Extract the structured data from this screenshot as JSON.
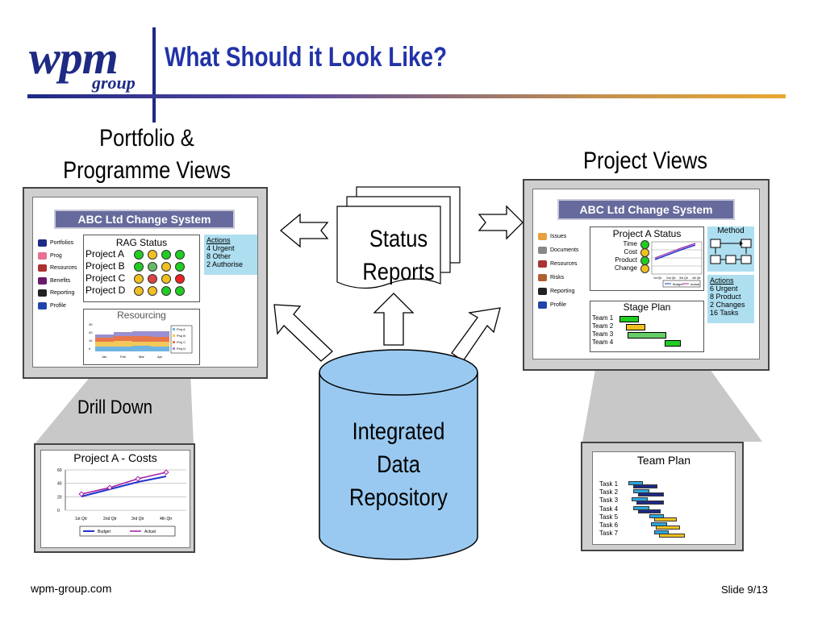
{
  "logo": {
    "main": "wpm",
    "sub": "group"
  },
  "title": "What Should it Look Like?",
  "headings": {
    "portfolio_line1": "Portfolio &",
    "portfolio_line2": "Programme Views",
    "project_views": "Project Views",
    "drill_down": "Drill Down"
  },
  "status_reports": {
    "line1": "Status",
    "line2": "Reports"
  },
  "repository": {
    "line1": "Integrated",
    "line2": "Data",
    "line3": "Repository"
  },
  "left_screen": {
    "system_title": "ABC Ltd Change System",
    "menu": [
      "Portfolios",
      "Prog",
      "Resources",
      "Benefits",
      "Reporting",
      "Profile"
    ],
    "rag": {
      "title": "RAG Status",
      "projects": [
        "Project A",
        "Project B",
        "Project C",
        "Project D"
      ],
      "colors": [
        [
          "#22cc22",
          "#f0c020",
          "#22cc22",
          "#22cc22"
        ],
        [
          "#22cc22",
          "#66bb66",
          "#f0c020",
          "#22cc22"
        ],
        [
          "#f0c020",
          "#dd4444",
          "#f0c020",
          "#ee2222"
        ],
        [
          "#f0c020",
          "#f0c020",
          "#22cc22",
          "#22cc22"
        ]
      ]
    },
    "actions": {
      "title": "Actions",
      "items": [
        "4 Urgent",
        "8 Other",
        "2 Authorise"
      ]
    },
    "resourcing": {
      "title": "Resourcing",
      "months": [
        "Jan",
        "Feb",
        "Mar",
        "Apr"
      ],
      "yticks": [
        "30",
        "20",
        "10",
        "0"
      ],
      "legend": [
        "Proj A",
        "Proj B",
        "Proj C",
        "Proj D"
      ]
    }
  },
  "right_screen": {
    "system_title": "ABC Ltd Change System",
    "menu": [
      "Issues",
      "Documents",
      "Resources",
      "Risks",
      "Reporting",
      "Profile"
    ],
    "status": {
      "title": "Project A Status",
      "rows": [
        "Time",
        "Cost",
        "Product",
        "Change"
      ],
      "xticks": [
        "1st Qtr",
        "2nd Qtr",
        "3rd Qtr",
        "4th Qtr"
      ],
      "legend": [
        "Budget",
        "Actual"
      ]
    },
    "method": {
      "title": "Method"
    },
    "actions": {
      "title": "Actions",
      "items": [
        "6 Urgent",
        "8 Product",
        "2 Changes",
        "16 Tasks"
      ]
    },
    "stage_plan": {
      "title": "Stage Plan",
      "teams": [
        "Team 1",
        "Team 2",
        "Team 3",
        "Team 4"
      ]
    }
  },
  "costs": {
    "title": "Project A - Costs",
    "yticks": [
      "60",
      "40",
      "20",
      "0"
    ],
    "xticks": [
      "1st Qtr",
      "2nd Qtr",
      "3rd Qtr",
      "4th Qtr"
    ],
    "legend": [
      "Budget",
      "Actual"
    ]
  },
  "team_plan": {
    "title": "Team Plan",
    "tasks": [
      "Task 1",
      "Task 2",
      "Task 3",
      "Task 4",
      "Task 5",
      "Task 6",
      "Task 7"
    ]
  },
  "footer": {
    "website": "wpm-group.com",
    "slide": "Slide 9/13"
  },
  "colors": {
    "brand": "#1e2a84",
    "title": "#2233a8",
    "system_bar": "#666a9c",
    "repository": "#99c9f0"
  }
}
